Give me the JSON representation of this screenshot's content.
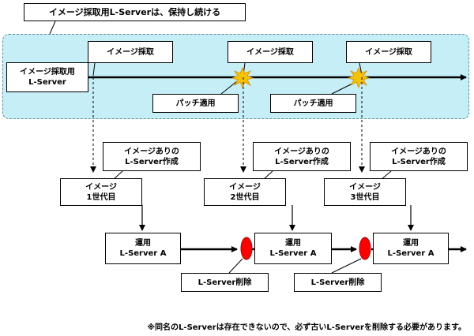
{
  "top_callout": "イメージ採取用L-Serverは、保持し続ける",
  "source_server": [
    "イメージ採取用",
    "L-Server"
  ],
  "capture_label": "イメージ採取",
  "patch_label": "パッチ適用",
  "create_label": [
    "イメージありの",
    "L-Server作成"
  ],
  "images": [
    [
      "イメージ",
      "1世代目"
    ],
    [
      "イメージ",
      "2世代目"
    ],
    [
      "イメージ",
      "3世代目"
    ]
  ],
  "running_server": [
    "運用",
    "L-Server A"
  ],
  "delete_label": "L-Server削除",
  "footnote": "※同名のL-Serverは存在できないので、必ず古いL-Serverを削除する必要があります。",
  "colors": {
    "band": "#c6eef6",
    "delete_marker": "#ff0000",
    "patch_burst": "#f5c400"
  }
}
